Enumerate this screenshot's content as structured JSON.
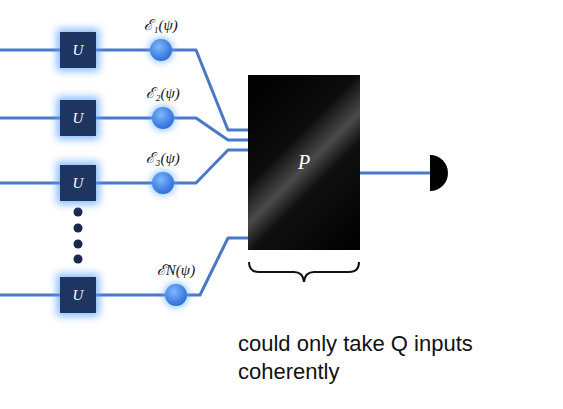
{
  "diagram": {
    "nodes": [
      {
        "text": [
          "U"
        ]
      },
      {
        "text": [
          "ℰ₁(ψ)"
        ]
      },
      {
        "text": [
          "U"
        ]
      },
      {
        "text": [
          "ℰ₂(ψ)"
        ]
      },
      {
        "text": [
          "U"
        ]
      },
      {
        "text": [
          "ℰ₃(ψ)"
        ]
      },
      {
        "text": [
          "U"
        ]
      },
      {
        "text": [
          "ℰN(ψ)"
        ]
      },
      {
        "text": [
          "P"
        ]
      }
    ],
    "edges": [
      {
        "from": 0,
        "to": 1,
        "arrow": "none"
      },
      {
        "from": 1,
        "to": 8,
        "arrow": "none"
      },
      {
        "from": 2,
        "to": 3,
        "arrow": "none"
      },
      {
        "from": 3,
        "to": 8,
        "arrow": "none"
      },
      {
        "from": 4,
        "to": 5,
        "arrow": "none"
      },
      {
        "from": 5,
        "to": 8,
        "arrow": "none"
      },
      {
        "from": 6,
        "to": 7,
        "arrow": "none"
      },
      {
        "from": 7,
        "to": 8,
        "arrow": "none"
      }
    ],
    "labels": [
      "could only take Q inputs coherently"
    ]
  }
}
